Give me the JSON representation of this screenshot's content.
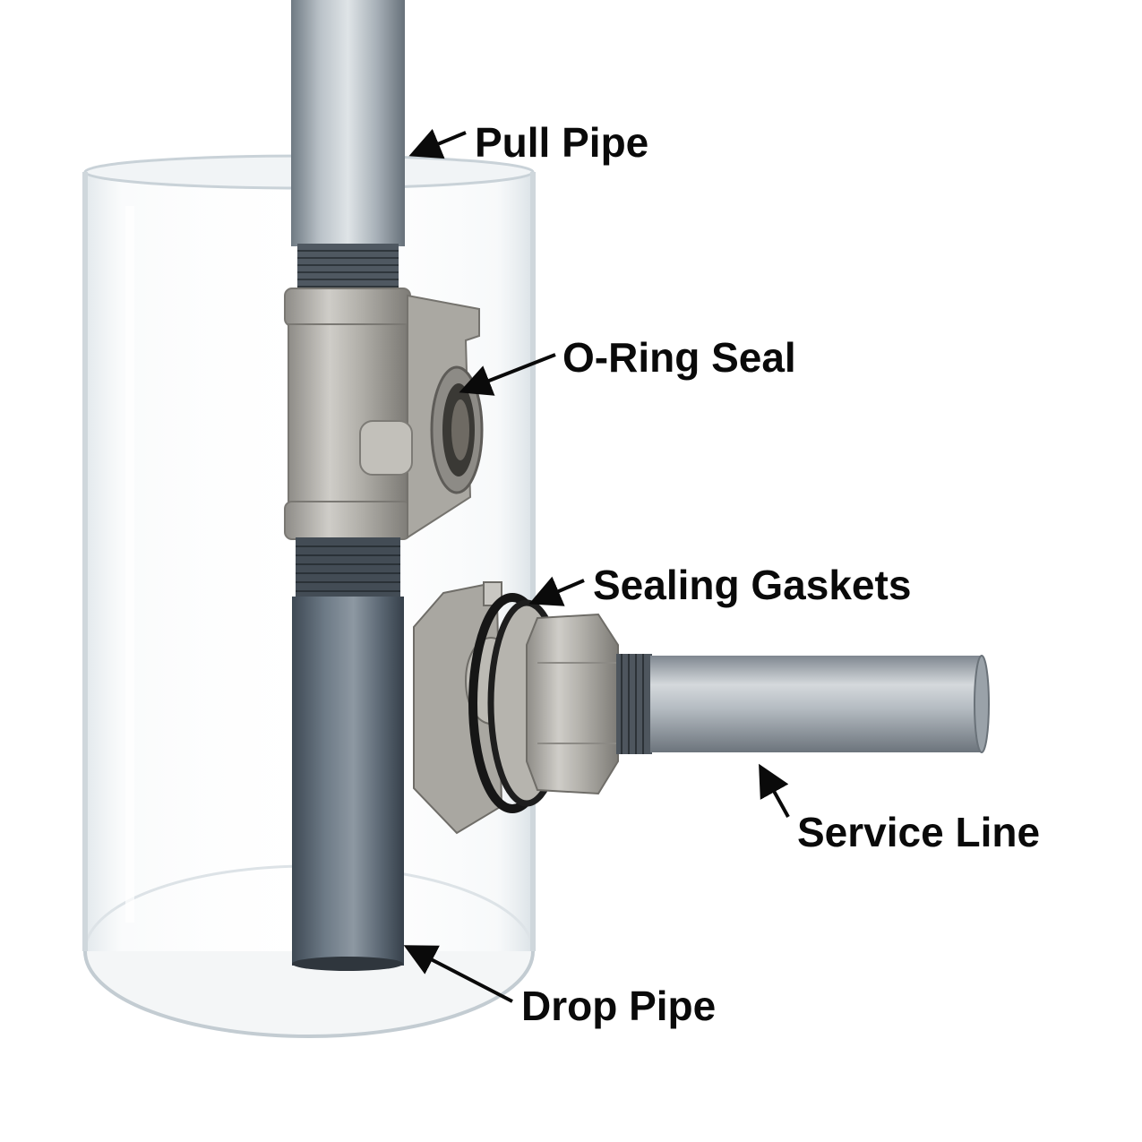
{
  "labels": {
    "pull_pipe": "Pull Pipe",
    "oring_seal": "O-Ring Seal",
    "sealing_gaskets": "Sealing Gaskets",
    "service_line": "Service Line",
    "drop_pipe": "Drop Pipe"
  },
  "colors": {
    "background": "#ffffff",
    "label_text": "#0a0a0a",
    "galvanized_pipe": "#9aa3ab",
    "stainless_fitting": "#b5b3ae",
    "dark_pipe": "#5f6b76",
    "gasket": "#1a1a1a",
    "clear_casing": "#e8eef2"
  }
}
